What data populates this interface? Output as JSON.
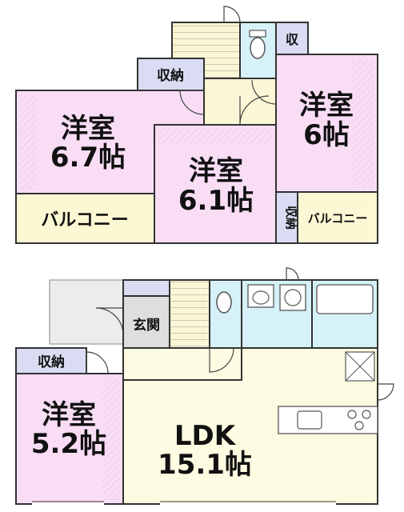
{
  "labels": {
    "storage": "収納",
    "storage_small": "収",
    "entrance": "玄関",
    "balcony": "バルコニー"
  },
  "rooms": {
    "bedroom_nw": {
      "name": "洋室",
      "size": "6.7帖"
    },
    "bedroom_center": {
      "name": "洋室",
      "size": "6.1帖"
    },
    "bedroom_ne": {
      "name": "洋室",
      "size": "6帖"
    },
    "bedroom_sw": {
      "name": "洋室",
      "size": "5.2帖"
    },
    "ldk": {
      "name": "LDK",
      "size": "15.1帖"
    }
  },
  "colors": {
    "bedroom": "#f8ddf5",
    "ldk": "#fdfbe1",
    "balcony": "#fcf8d4",
    "wet": "#d6f1f8",
    "stairs": "#fbf7d6",
    "entrance": "#dedede",
    "storage_tag": "#d9dcf3",
    "wall": "#333333",
    "porch": "#ececec"
  }
}
